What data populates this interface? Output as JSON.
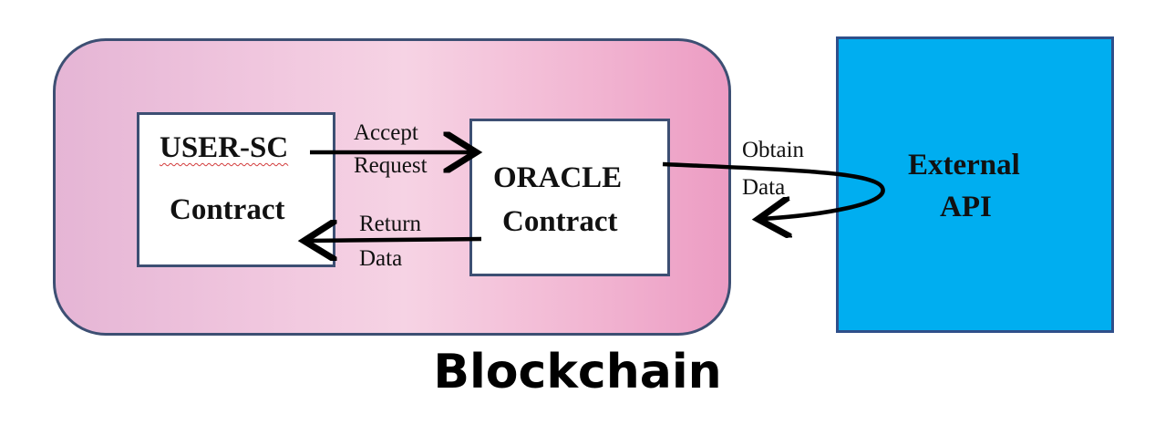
{
  "diagram": {
    "caption": "Blockchain",
    "user_contract": {
      "title": "USER-SC",
      "subtitle": "Contract"
    },
    "oracle_contract": {
      "line1": "ORACLE",
      "line2": "Contract"
    },
    "external_api": {
      "line1": "External",
      "line2": "API"
    },
    "edges": {
      "accept": {
        "line1": "Accept",
        "line2": "Request"
      },
      "return": {
        "line1": "Return",
        "line2": "Data"
      },
      "obtain": {
        "line1": "Obtain",
        "line2": "Data"
      }
    },
    "colors": {
      "blockchain_fill": "#f2c4dc",
      "api_fill": "#00aef0",
      "border": "#3d4f73",
      "arrow": "#000000"
    }
  }
}
